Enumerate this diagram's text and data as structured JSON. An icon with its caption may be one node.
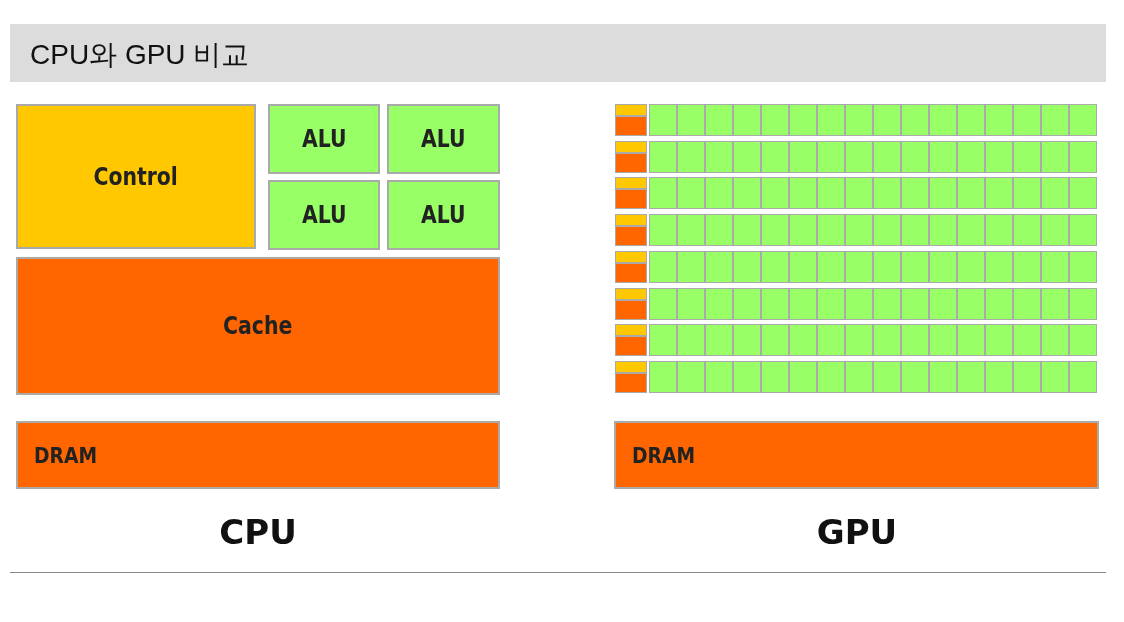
{
  "diagram": {
    "title": "CPU와 GPU 비교",
    "nodes": [
      {
        "text": [
          "Control"
        ]
      },
      {
        "text": [
          "ALU"
        ]
      },
      {
        "text": [
          "ALU"
        ]
      },
      {
        "text": [
          "ALU"
        ]
      },
      {
        "text": [
          "ALU"
        ]
      },
      {
        "text": [
          "Cache"
        ]
      },
      {
        "text": [
          "DRAM"
        ]
      },
      {
        "text": [],
        "shape": "box"
      },
      {
        "text": [],
        "shape": "box"
      },
      {
        "text": [],
        "shape": "box"
      },
      {
        "text": [],
        "shape": "box"
      },
      {
        "text": [],
        "shape": "box"
      },
      {
        "text": [],
        "shape": "box"
      },
      {
        "text": [],
        "shape": "box"
      },
      {
        "text": [],
        "shape": "box"
      },
      {
        "text": [],
        "shape": "box"
      },
      {
        "text": [],
        "shape": "box"
      },
      {
        "text": [],
        "shape": "box"
      },
      {
        "text": [],
        "shape": "box"
      },
      {
        "text": [],
        "shape": "box"
      },
      {
        "text": [],
        "shape": "box"
      },
      {
        "text": [],
        "shape": "box"
      },
      {
        "text": [],
        "shape": "box"
      },
      {
        "text": [],
        "shape": "box"
      },
      {
        "text": [],
        "shape": "box"
      },
      {
        "text": [],
        "shape": "box"
      },
      {
        "text": [],
        "shape": "box"
      },
      {
        "text": [],
        "shape": "box"
      },
      {
        "text": [],
        "shape": "box"
      },
      {
        "text": [],
        "shape": "box"
      },
      {
        "text": [],
        "shape": "box"
      },
      {
        "text": [],
        "shape": "box"
      },
      {
        "text": [],
        "shape": "box"
      },
      {
        "text": [],
        "shape": "box"
      },
      {
        "text": [],
        "shape": "box"
      },
      {
        "text": [],
        "shape": "box"
      },
      {
        "text": [],
        "shape": "box"
      },
      {
        "text": [],
        "shape": "box"
      },
      {
        "text": [],
        "shape": "box"
      },
      {
        "text": [],
        "shape": "box"
      },
      {
        "text": [],
        "shape": "box"
      },
      {
        "text": [],
        "shape": "box"
      },
      {
        "text": [],
        "shape": "box"
      },
      {
        "text": [],
        "shape": "box"
      },
      {
        "text": [],
        "shape": "box"
      },
      {
        "text": [],
        "shape": "box"
      },
      {
        "text": [],
        "shape": "box"
      },
      {
        "text": [],
        "shape": "box"
      },
      {
        "text": [],
        "shape": "box"
      },
      {
        "text": [],
        "shape": "box"
      },
      {
        "text": [],
        "shape": "box"
      },
      {
        "text": [],
        "shape": "box"
      },
      {
        "text": [],
        "shape": "box"
      },
      {
        "text": [],
        "shape": "box"
      },
      {
        "text": [],
        "shape": "box"
      },
      {
        "text": [],
        "shape": "box"
      },
      {
        "text": [],
        "shape": "box"
      },
      {
        "text": [],
        "shape": "box"
      },
      {
        "text": [],
        "shape": "box"
      },
      {
        "text": [],
        "shape": "box"
      },
      {
        "text": [],
        "shape": "box"
      },
      {
        "text": [],
        "shape": "box"
      },
      {
        "text": [],
        "shape": "box"
      },
      {
        "text": [],
        "shape": "box"
      },
      {
        "text": [],
        "shape": "box"
      },
      {
        "text": [],
        "shape": "box"
      },
      {
        "text": [],
        "shape": "box"
      },
      {
        "text": [],
        "shape": "box"
      },
      {
        "text": [],
        "shape": "box"
      },
      {
        "text": [],
        "shape": "box"
      },
      {
        "text": [],
        "shape": "box"
      },
      {
        "text": [],
        "shape": "box"
      },
      {
        "text": [],
        "shape": "box"
      },
      {
        "text": [],
        "shape": "box"
      },
      {
        "text": [],
        "shape": "box"
      },
      {
        "text": [],
        "shape": "box"
      },
      {
        "text": [],
        "shape": "box"
      },
      {
        "text": [],
        "shape": "box"
      },
      {
        "text": [],
        "shape": "box"
      },
      {
        "text": [],
        "shape": "box"
      },
      {
        "text": [],
        "shape": "box"
      },
      {
        "text": [],
        "shape": "box"
      },
      {
        "text": [],
        "shape": "box"
      },
      {
        "text": [],
        "shape": "box"
      },
      {
        "text": [],
        "shape": "box"
      },
      {
        "text": [],
        "shape": "box"
      },
      {
        "text": [],
        "shape": "box"
      },
      {
        "text": [],
        "shape": "box"
      },
      {
        "text": [],
        "shape": "box"
      },
      {
        "text": [],
        "shape": "box"
      },
      {
        "text": [],
        "shape": "box"
      },
      {
        "text": [],
        "shape": "box"
      },
      {
        "text": [],
        "shape": "box"
      },
      {
        "text": [],
        "shape": "box"
      },
      {
        "text": [],
        "shape": "box"
      },
      {
        "text": [],
        "shape": "box"
      },
      {
        "text": [],
        "shape": "box"
      },
      {
        "text": [],
        "shape": "box"
      },
      {
        "text": [],
        "shape": "box"
      },
      {
        "text": [],
        "shape": "box"
      },
      {
        "text": [],
        "shape": "box"
      },
      {
        "text": [],
        "shape": "box"
      },
      {
        "text": [],
        "shape": "box"
      },
      {
        "text": [],
        "shape": "box"
      },
      {
        "text": [],
        "shape": "box"
      },
      {
        "text": [],
        "shape": "box"
      },
      {
        "text": [],
        "shape": "box"
      },
      {
        "text": [],
        "shape": "box"
      },
      {
        "text": [],
        "shape": "box"
      },
      {
        "text": [],
        "shape": "box"
      },
      {
        "text": [],
        "shape": "box"
      },
      {
        "text": [],
        "shape": "box"
      },
      {
        "text": [],
        "shape": "box"
      },
      {
        "text": [],
        "shape": "box"
      },
      {
        "text": [],
        "shape": "box"
      },
      {
        "text": [],
        "shape": "box"
      },
      {
        "text": [],
        "shape": "box"
      },
      {
        "text": [],
        "shape": "box"
      },
      {
        "text": [],
        "shape": "box"
      },
      {
        "text": [],
        "shape": "box"
      },
      {
        "text": [],
        "shape": "box"
      },
      {
        "text": [],
        "shape": "box"
      },
      {
        "text": [],
        "shape": "box"
      },
      {
        "text": [],
        "shape": "box"
      },
      {
        "text": [],
        "shape": "box"
      },
      {
        "text": [],
        "shape": "box"
      },
      {
        "text": [],
        "shape": "box"
      },
      {
        "text": [],
        "shape": "box"
      },
      {
        "text": [],
        "shape": "box"
      },
      {
        "text": [],
        "shape": "box"
      },
      {
        "text": [],
        "shape": "box"
      },
      {
        "text": [],
        "shape": "box"
      },
      {
        "text": [],
        "shape": "box"
      },
      {
        "text": [],
        "shape": "box"
      },
      {
        "text": [],
        "shape": "box"
      },
      {
        "text": [],
        "shape": "box"
      },
      {
        "text": [],
        "shape": "box"
      },
      {
        "text": [],
        "shape": "box"
      },
      {
        "text": [],
        "shape": "box"
      },
      {
        "text": [],
        "shape": "box"
      },
      {
        "text": [],
        "shape": "box"
      },
      {
        "text": [],
        "shape": "box"
      },
      {
        "text": [],
        "shape": "box"
      },
      {
        "text": [],
        "shape": "box"
      },
      {
        "text": [],
        "shape": "box"
      },
      {
        "text": [],
        "shape": "box"
      },
      {
        "text": [],
        "shape": "box"
      },
      {
        "text": [],
        "shape": "box"
      },
      {
        "text": [],
        "shape": "box"
      },
      {
        "text": [],
        "shape": "box"
      },
      {
        "text": [],
        "shape": "box"
      },
      {
        "text": [
          "DRAM"
        ]
      }
    ],
    "labels": [
      "CPU",
      "GPU"
    ]
  }
}
